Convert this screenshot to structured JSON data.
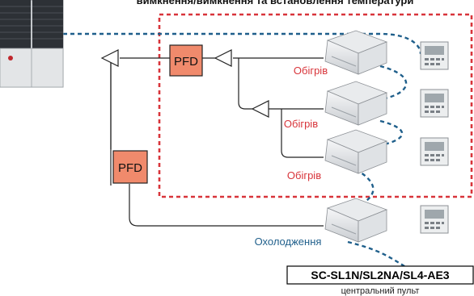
{
  "title": "вимкнення/вимкнення та встановлення температури",
  "pfd_label": "PFD",
  "heating_label": "Обігрів",
  "cooling_label": "Охолодження",
  "controller_model": "SC-SL1N/SL2NA/SL4-AE3",
  "controller_caption": "центральний пульт",
  "colors": {
    "pfd_fill": "#f08a6c",
    "heating_text": "#d8343a",
    "cooling_text": "#1f5f8b",
    "signal_line": "#1f5f8b",
    "zone_border": "#d8343a"
  },
  "icons": [
    "outdoor-unit-icon",
    "cassette-unit-icon",
    "remote-controller-icon"
  ]
}
